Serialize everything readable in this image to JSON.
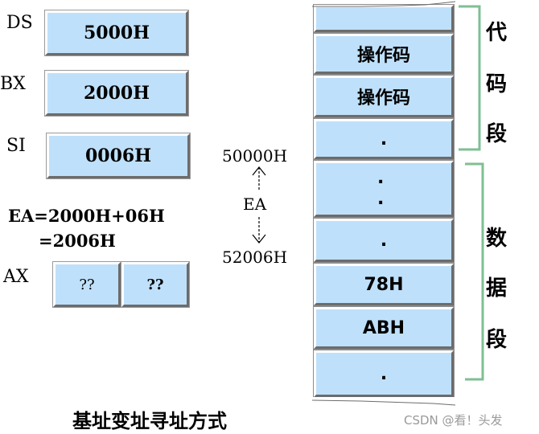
{
  "registers": {
    "ds": {
      "label": "DS",
      "value": "5000H"
    },
    "bx": {
      "label": "BX",
      "value": "2000H"
    },
    "si": {
      "label": "SI",
      "value": "0006H"
    },
    "ax": {
      "label": "AX",
      "high": "??",
      "low": "??"
    }
  },
  "ea_calc": {
    "line1": "EA=2000H+06H",
    "line2": "=2006H"
  },
  "addresses": {
    "start": "50000H",
    "ea_label": "EA",
    "end": "52006H"
  },
  "memory_cells": [
    {
      "text": ""
    },
    {
      "text": "操作码"
    },
    {
      "text": "操作码"
    },
    {
      "text": "."
    },
    {
      "text": ". \n."
    },
    {
      "text": "."
    },
    {
      "text": "78H"
    },
    {
      "text": "ABH"
    },
    {
      "text": "."
    }
  ],
  "segments": {
    "code": [
      "代",
      "码",
      "段"
    ],
    "data": [
      "数",
      "据",
      "段"
    ]
  },
  "caption": "基址变址寻址方式",
  "watermark": "CSDN @看！头发",
  "colors": {
    "cell_fill": "#bfe0fa",
    "bracket": "#7fbf93"
  }
}
